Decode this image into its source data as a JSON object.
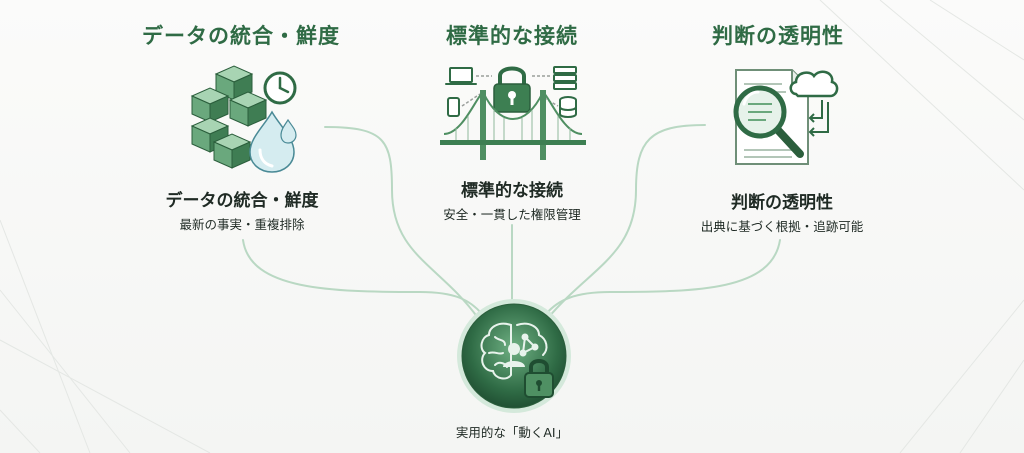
{
  "columns": [
    {
      "title": "データの統合・鮮度",
      "heading": "データの統合・鮮度",
      "subtitle": "最新の事実・重複排除",
      "icon": "data-blocks-clock-drop-icon"
    },
    {
      "title": "標準的な接続",
      "heading": "標準的な接続",
      "subtitle": "安全・一貫した権限管理",
      "icon": "bridge-lock-icon"
    },
    {
      "title": "判断の透明性",
      "heading": "判断の透明性",
      "subtitle": "出典に基づく根拠・追跡可能",
      "icon": "document-magnifier-icon"
    }
  ],
  "hub": {
    "label": "実用的な「動くAI」",
    "icon": "brain-lock-icon"
  },
  "colors": {
    "accent": "#2f6b45",
    "accent_light": "#8fc7a2",
    "line": "#b9d8c3",
    "text": "#1f2a24"
  }
}
